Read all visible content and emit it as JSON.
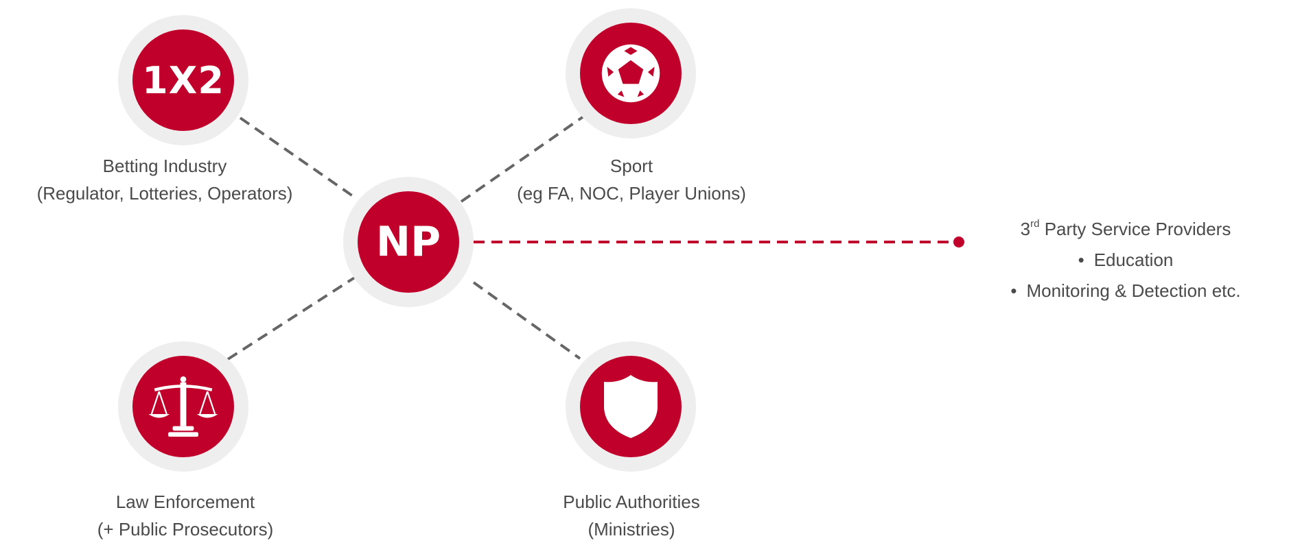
{
  "diagram": {
    "accent_color": "#c0002b",
    "ring_color": "#efeeee",
    "center": {
      "text": "NP"
    },
    "nodes": [
      {
        "id": "betting",
        "icon": "1x2-icon",
        "icon_text": "1X2",
        "label_lines": [
          "Betting Industry",
          "(Regulator, Lotteries, Operators)"
        ]
      },
      {
        "id": "sport",
        "icon": "football-icon",
        "label_lines": [
          "Sport",
          "(eg FA, NOC, Player Unions)"
        ]
      },
      {
        "id": "law",
        "icon": "scales-of-justice-icon",
        "label_lines": [
          "Law Enforcement",
          "(+ Public Prosecutors)"
        ]
      },
      {
        "id": "authorities",
        "icon": "shield-icon",
        "label_lines": [
          "Public Authorities",
          "(Ministries)"
        ]
      }
    ],
    "providers": {
      "title_prefix": "3",
      "title_superscript": "rd",
      "title_rest": " Party Service Providers",
      "bullet": "•",
      "items": [
        "Education",
        "Monitoring & Detection etc."
      ]
    }
  }
}
